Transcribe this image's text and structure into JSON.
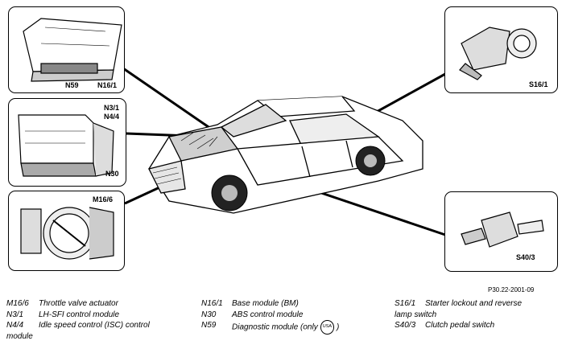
{
  "panels": {
    "n59": {
      "labels": [
        "N59",
        "N16/1"
      ]
    },
    "n31": {
      "labels": [
        "N3/1",
        "N4/4",
        "N30"
      ]
    },
    "m166": {
      "labels": [
        "M16/6"
      ]
    },
    "s161": {
      "labels": [
        "S16/1"
      ]
    },
    "s403": {
      "labels": [
        "S40/3"
      ]
    }
  },
  "reference": "P30.22-2001-09",
  "legend": {
    "col1": [
      {
        "code": "M16/6",
        "desc": "Throttle valve actuator"
      },
      {
        "code": "N3/1",
        "desc": "LH-SFI control module"
      },
      {
        "code": "N4/4",
        "desc": "Idle speed control (ISC) control"
      },
      {
        "code": "",
        "desc": "module",
        "cont": true
      }
    ],
    "col2": [
      {
        "code": "N16/1",
        "desc": "Base module (BM)"
      },
      {
        "code": "N30",
        "desc": "ABS control module"
      },
      {
        "code": "N59",
        "desc": "Diagnostic module (only",
        "badge": "USA",
        "after": ")"
      }
    ],
    "col3": [
      {
        "code": "S16/1",
        "desc": "Starter lockout and reverse"
      },
      {
        "code": "",
        "desc": "lamp switch",
        "cont": true
      },
      {
        "code": "S40/3",
        "desc": "Clutch pedal switch"
      }
    ]
  }
}
